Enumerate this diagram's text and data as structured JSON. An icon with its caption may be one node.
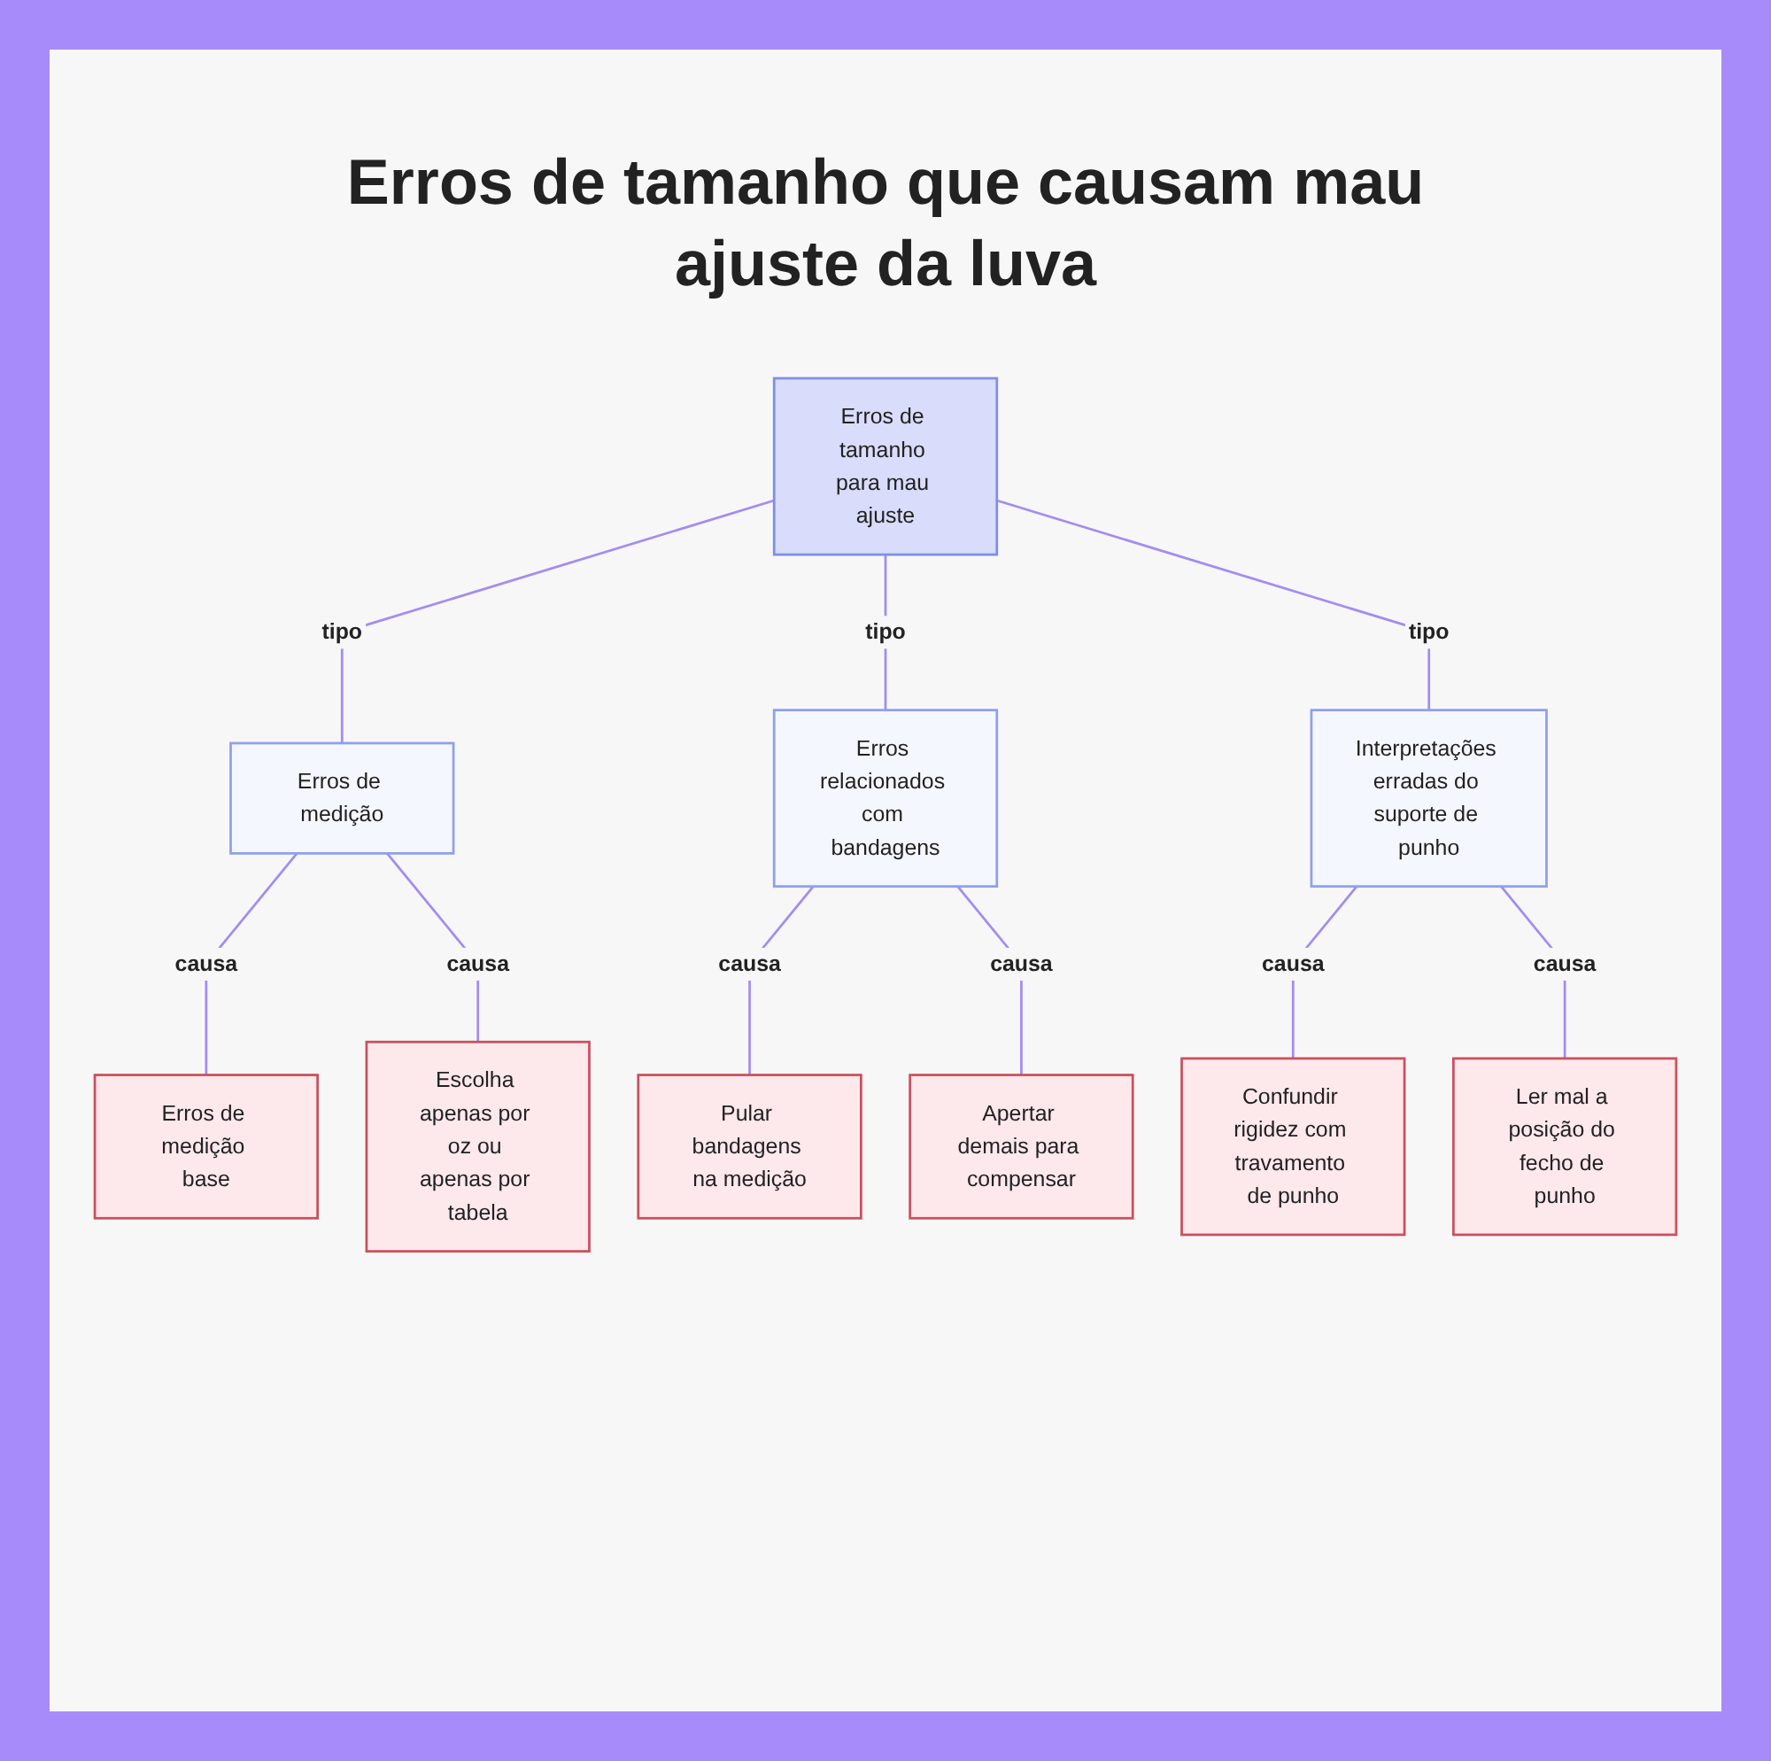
{
  "diagram": {
    "title": "Erros de tamanho que causam mau ajuste da luva",
    "nodes": [
      {
        "text": [
          "Erros de tamanho para mau ajuste"
        ]
      },
      {
        "text": [
          "Erros de medição"
        ]
      },
      {
        "text": [
          "Erros relacionados com bandagens"
        ]
      },
      {
        "text": [
          "Interpretações erradas do suporte de punho"
        ]
      },
      {
        "text": [
          "Erros de medição base"
        ]
      },
      {
        "text": [
          "Escolha apenas por oz ou apenas por tabela"
        ]
      },
      {
        "text": [
          "Pular bandagens na medição"
        ]
      },
      {
        "text": [
          "Apertar demais para compensar"
        ]
      },
      {
        "text": [
          "Confundir rigidez com travamento de punho"
        ]
      },
      {
        "text": [
          "Ler mal a posição do fecho de punho"
        ]
      }
    ],
    "edges": [
      {
        "from": 0,
        "to": 1,
        "arrow": "none",
        "label": "tipo"
      },
      {
        "from": 0,
        "to": 2,
        "arrow": "none",
        "label": "tipo"
      },
      {
        "from": 0,
        "to": 3,
        "arrow": "none",
        "label": "tipo"
      },
      {
        "from": 1,
        "to": 4,
        "arrow": "none",
        "label": "causa"
      },
      {
        "from": 1,
        "to": 5,
        "arrow": "none",
        "label": "causa"
      },
      {
        "from": 2,
        "to": 6,
        "arrow": "none",
        "label": "causa"
      },
      {
        "from": 2,
        "to": 7,
        "arrow": "none",
        "label": "causa"
      },
      {
        "from": 3,
        "to": 8,
        "arrow": "none",
        "label": "causa"
      },
      {
        "from": 3,
        "to": 9,
        "arrow": "none",
        "label": "causa"
      }
    ]
  }
}
